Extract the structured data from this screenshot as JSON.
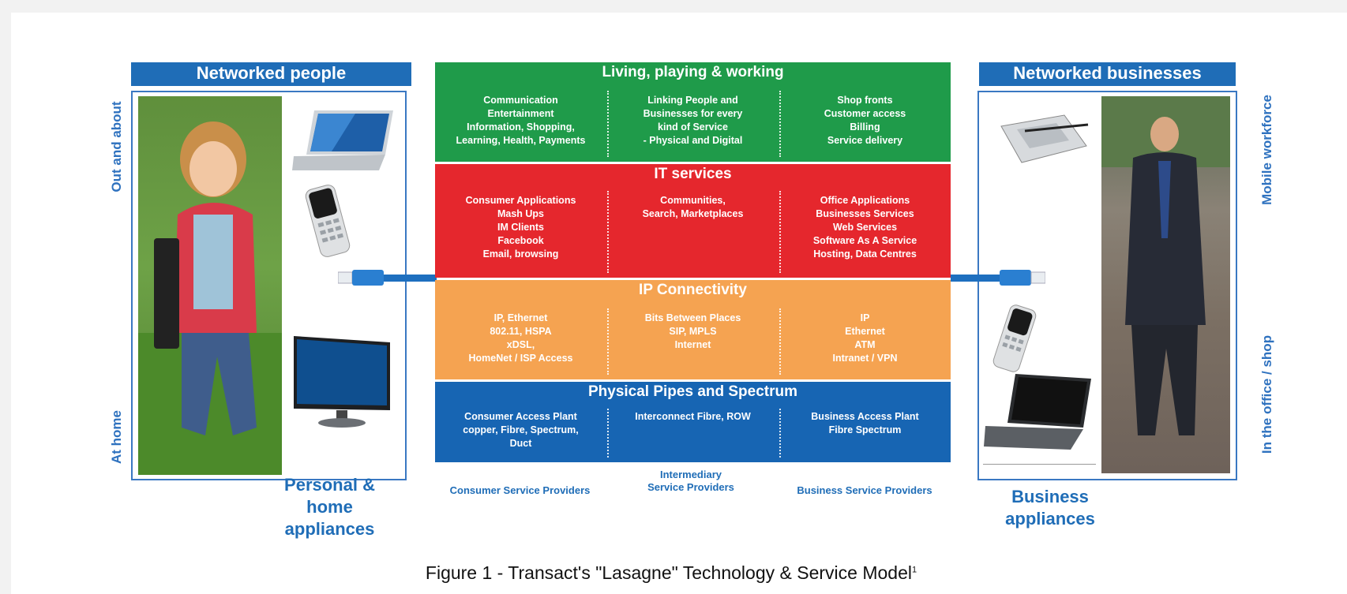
{
  "left_panel": {
    "header": "Networked people",
    "side_label_top": "Out and about",
    "side_label_bottom": "At home",
    "caption_lines": [
      "Personal &",
      "home",
      "appliances"
    ]
  },
  "right_panel": {
    "header": "Networked businesses",
    "side_label_top": "Mobile workforce",
    "side_label_bottom": "In the office / shop",
    "caption_lines": [
      "Business",
      "appliances"
    ]
  },
  "layers": [
    {
      "title": "Living, playing & working",
      "color": "#1f9b4a",
      "columns": [
        "Communication\nEntertainment\nInformation, Shopping,\nLearning, Health, Payments",
        "Linking People and\nBusinesses for every\nkind of Service\n- Physical and Digital",
        "Shop fronts\nCustomer access\nBilling\nService delivery"
      ]
    },
    {
      "title": "IT services",
      "color": "#e5272d",
      "columns": [
        "Consumer Applications\nMash Ups\nIM Clients\nFacebook\nEmail, browsing",
        "Communities,\nSearch, Marketplaces",
        "Office Applications\nBusinesses Services\nWeb Services\nSoftware As A Service\nHosting, Data Centres"
      ]
    },
    {
      "title": "IP Connectivity",
      "color": "#f5a351",
      "columns": [
        "IP, Ethernet\n802.11, HSPA\nxDSL,\nHomeNet / ISP Access",
        "Bits Between Places\nSIP, MPLS\nInternet",
        "IP\nEthernet\nATM\nIntranet / VPN"
      ]
    },
    {
      "title": "Physical Pipes and Spectrum",
      "color": "#1765b3",
      "columns": [
        "Consumer Access Plant\ncopper, Fibre, Spectrum,\nDuct",
        "Interconnect Fibre, ROW",
        "Business Access Plant\nFibre Spectrum"
      ]
    }
  ],
  "providers": [
    "Consumer Service Providers",
    "Intermediary\nService Providers",
    "Business Service Providers"
  ],
  "figure_caption": "Figure 1 - Transact's \"Lasagne\" Technology & Service Model",
  "figure_caption_footnote": "1"
}
